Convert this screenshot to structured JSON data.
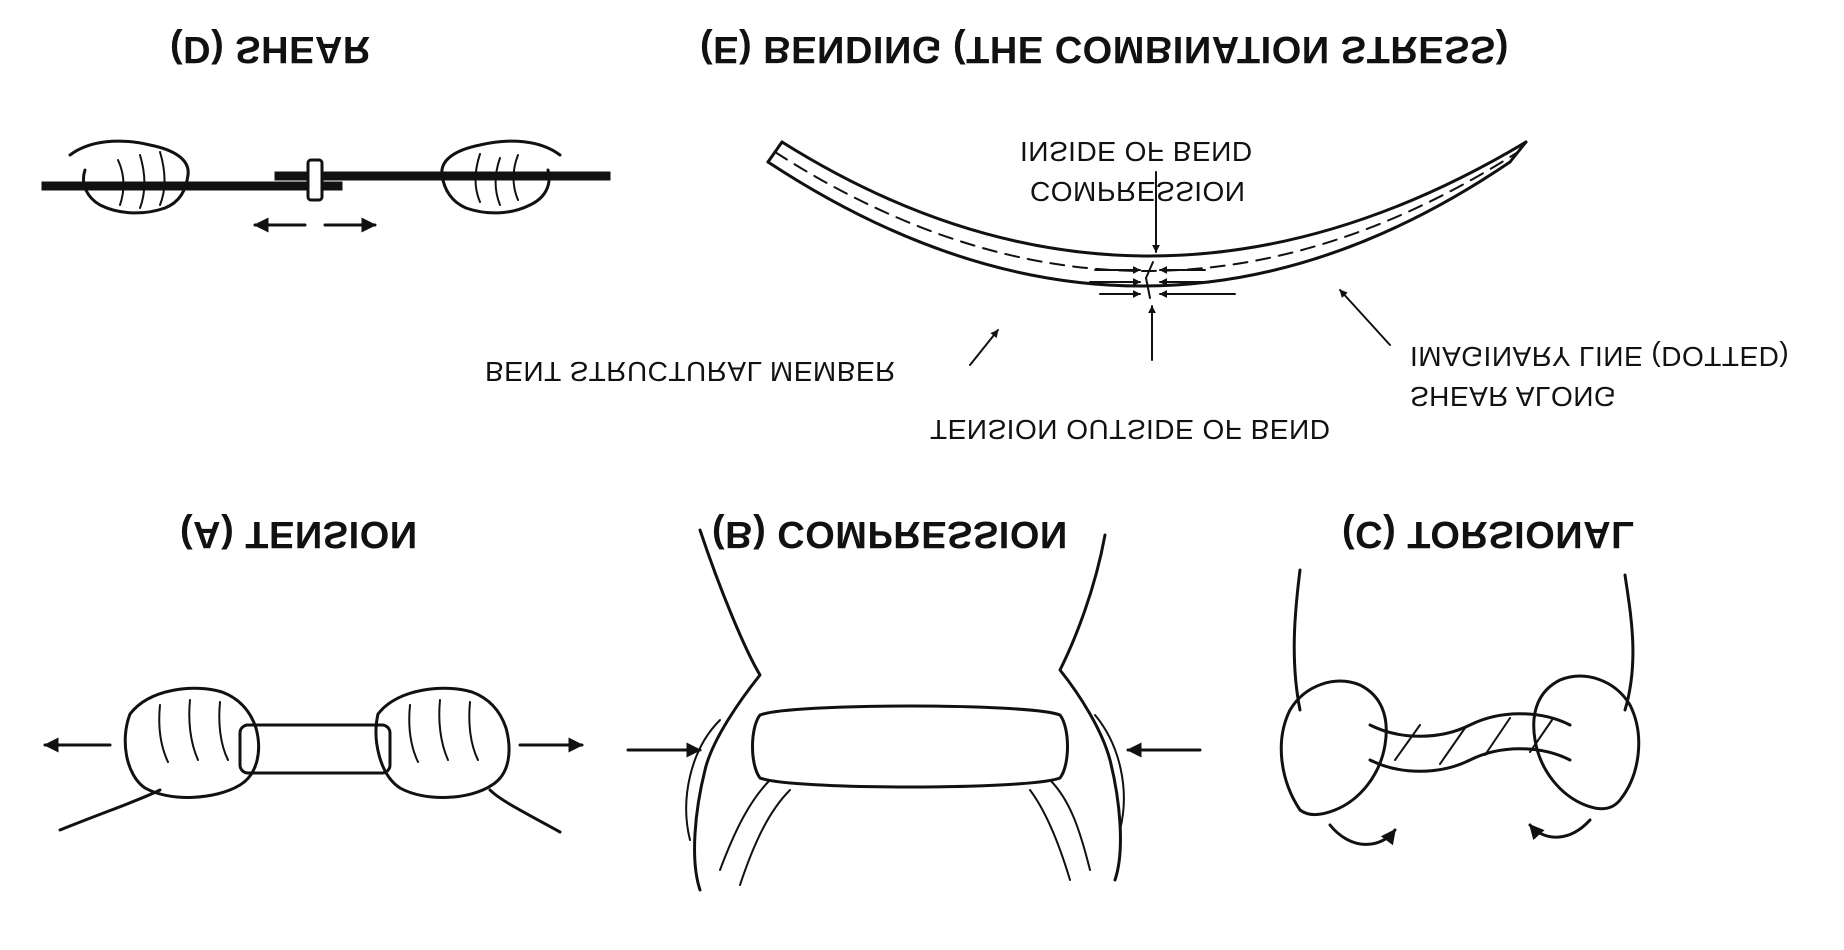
{
  "panels": {
    "a": {
      "title": "(A) TENSION"
    },
    "b": {
      "title": "(B) COMPRESSION"
    },
    "c": {
      "title": "(C) TORSIONAL"
    },
    "d": {
      "title": "(D) SHEAR"
    },
    "e": {
      "title": "(E) BENDING (THE COMBINATION STRESS)",
      "labels": {
        "inside": "INSIDE OF BEND",
        "compression": "COMPRESSION",
        "member": "BENT STRUCTURAL MEMBER",
        "imaginary": "IMAGINARY LINE (DOTTED)",
        "shear_along": "SHEAR ALONG",
        "tension_outside": "TENSION OUTSIDE OF BEND"
      }
    }
  }
}
